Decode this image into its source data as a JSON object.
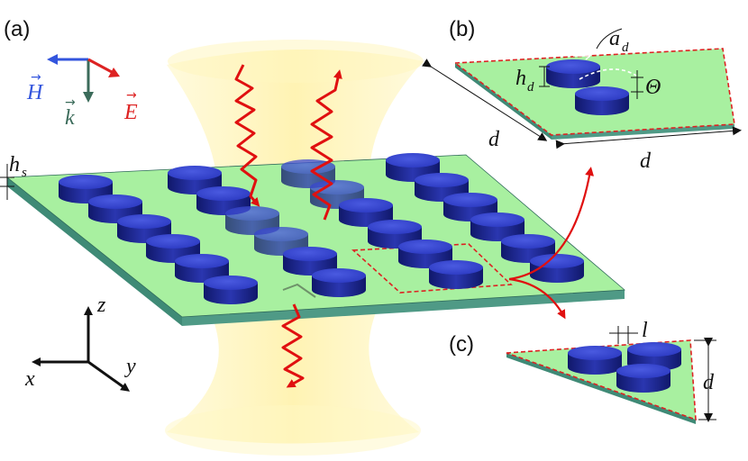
{
  "panels": {
    "a": "(a)",
    "b": "(b)",
    "c": "(c)"
  },
  "field_vectors": [
    {
      "symbol": "H",
      "color": "#3355dd"
    },
    {
      "symbol": "k",
      "color": "#3b6b5a"
    },
    {
      "symbol": "E",
      "color": "#dd2222"
    }
  ],
  "dimensions": {
    "hs_main": "h",
    "hs_sub": "s",
    "ad_main": "a",
    "ad_sub": "d",
    "hd_main": "h",
    "hd_sub": "d",
    "theta": "Θ",
    "d_b_left": "d",
    "d_b_bottom": "d",
    "l": "l",
    "d_c": "d"
  },
  "axes": {
    "z": "z",
    "x": "x",
    "y": "y"
  },
  "colors": {
    "substrate_top": "#a8f0a0",
    "substrate_edge": "#3f8a76",
    "disk_top": "#3344cc",
    "disk_side": "#1a2288",
    "beam": "#fff2a0",
    "wave": "#e01010",
    "dash": "#dd2222"
  }
}
